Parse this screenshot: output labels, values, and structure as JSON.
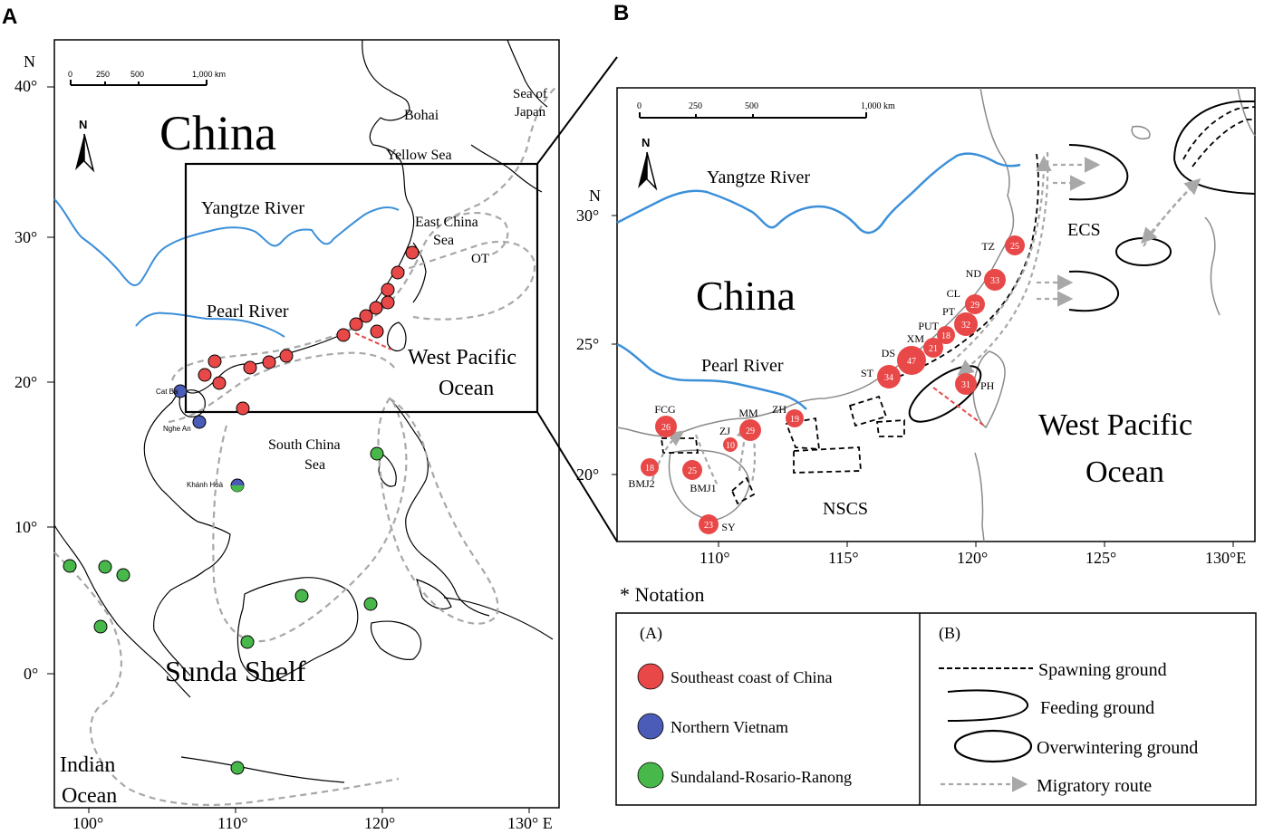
{
  "panels": {
    "a": {
      "letter": "A",
      "north": "N",
      "lat_ticks": [
        "40°",
        "30°",
        "20°",
        "10°",
        "0°"
      ],
      "lon_ticks": [
        "100°",
        "110°",
        "120°",
        "130° E"
      ],
      "scale_ticks": [
        "0",
        "250",
        "500",
        "1,000 km"
      ],
      "labels": {
        "china": "China",
        "bohai": "Bohai",
        "sea_of_japan_1": "Sea of",
        "sea_of_japan_2": "Japan",
        "yellow_sea": "Yellow Sea",
        "yangtze": "Yangtze River",
        "east_china_sea_1": "East China",
        "east_china_sea_2": "Sea",
        "ot": "OT",
        "pearl": "Pearl River",
        "west_pacific_1": "West Pacific",
        "west_pacific_2": "Ocean",
        "cat_ba": "Cat Ba",
        "nghe_an": "Nghe An",
        "khanh_hoa": "Khánh Hoà",
        "south_china_sea_1": "South China",
        "south_china_sea_2": "Sea",
        "sunda_shelf": "Sunda Shelf",
        "indian_ocean_1": "Indian",
        "indian_ocean_2": "Ocean"
      }
    },
    "b": {
      "letter": "B",
      "north": "N",
      "lat_ticks": [
        "30°",
        "25°",
        "20°"
      ],
      "lon_ticks": [
        "110°",
        "115°",
        "120°",
        "125°",
        "130°E"
      ],
      "scale_ticks": [
        "0",
        "250",
        "500",
        "1,000 km"
      ],
      "labels": {
        "yangtze": "Yangtze River",
        "china": "China",
        "pearl": "Pearl River",
        "ecs": "ECS",
        "west_pacific_1": "West Pacific",
        "west_pacific_2": "Ocean",
        "nscs": "NSCS"
      },
      "sites": [
        {
          "code": "TZ",
          "n": "25"
        },
        {
          "code": "ND",
          "n": "33"
        },
        {
          "code": "CL",
          "n": "29"
        },
        {
          "code": "PT",
          "n": "32"
        },
        {
          "code": "PUT",
          "n": "18"
        },
        {
          "code": "XM",
          "n": "21"
        },
        {
          "code": "DS",
          "n": "47"
        },
        {
          "code": "ST",
          "n": "34"
        },
        {
          "code": "PH",
          "n": "31"
        },
        {
          "code": "ZH",
          "n": "19"
        },
        {
          "code": "MM",
          "n": "29"
        },
        {
          "code": "ZJ",
          "n": "10"
        },
        {
          "code": "FCG",
          "n": "26"
        },
        {
          "code": "BMJ2",
          "n": "18"
        },
        {
          "code": "BMJ1",
          "n": "25"
        },
        {
          "code": "SY",
          "n": "23"
        }
      ]
    }
  },
  "legend": {
    "title": "* Notation",
    "a_header": "(A)",
    "b_header": "(B)",
    "a_items": [
      {
        "label": "Southeast coast of China",
        "color": "#e84848"
      },
      {
        "label": "Northern Vietnam",
        "color": "#4a5bb8"
      },
      {
        "label": "Sundaland-Rosario-Ranong",
        "color": "#49b84a"
      }
    ],
    "b_items": [
      {
        "label": "Spawning ground"
      },
      {
        "label": "Feeding  ground"
      },
      {
        "label": "Overwintering ground"
      },
      {
        "label": "Migratory route"
      }
    ]
  },
  "colors": {
    "river": "#3b8fd9",
    "southeast_china": "#e84848",
    "northern_vietnam": "#4a5bb8",
    "sundaland": "#49b84a",
    "route": "#a8a8a8",
    "coast_b": "#8a8a8a"
  }
}
